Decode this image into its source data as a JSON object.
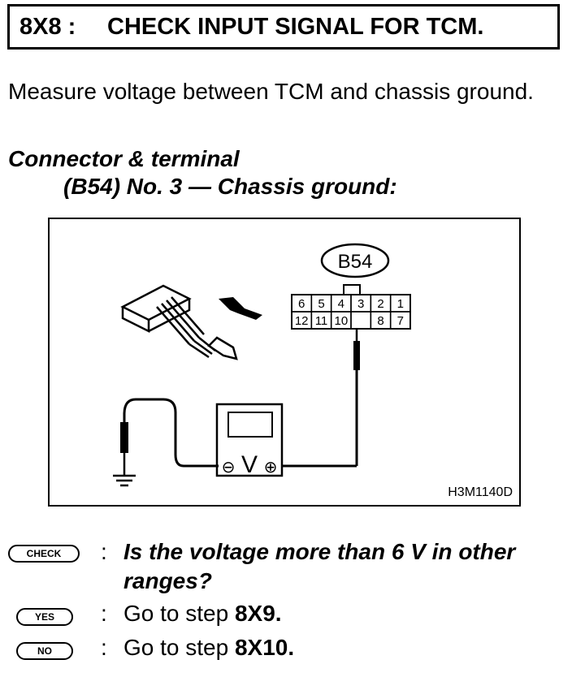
{
  "step": {
    "code": "8X8 :",
    "title": "CHECK INPUT SIGNAL FOR TCM."
  },
  "intro": "Measure voltage between TCM and chassis ground.",
  "connector": {
    "heading": "Connector & terminal",
    "spec": "(B54) No. 3 — Chassis ground:"
  },
  "figure": {
    "connector_label": "B54",
    "pins_top": [
      "6",
      "5",
      "4",
      "3",
      "2",
      "1"
    ],
    "pins_bottom": [
      "12",
      "11",
      "10",
      "",
      "8",
      "7"
    ],
    "meter_symbol": "V",
    "minus_symbol": "⊖",
    "plus_symbol": "⊕",
    "code": "H3M1140D"
  },
  "question": {
    "badge": "CHECK",
    "text": "Is the voltage more than 6 V in other ranges?"
  },
  "answers": [
    {
      "badge": "YES",
      "prefix": "Go to step ",
      "target": "8X9."
    },
    {
      "badge": "NO",
      "prefix": "Go to step ",
      "target": "8X10."
    }
  ]
}
